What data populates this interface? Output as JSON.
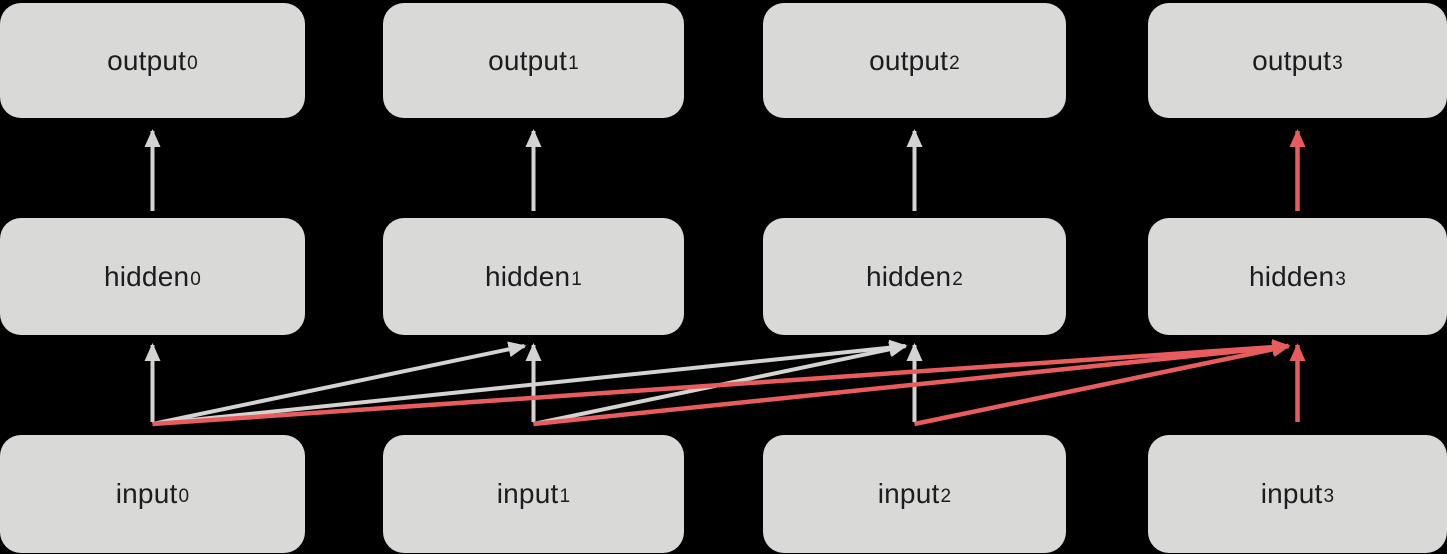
{
  "diagram": {
    "kind": "unrolled-sequence-network",
    "colors": {
      "background": "#000000",
      "box_fill": "#d9d9d8",
      "label_text": "#1d1d1f",
      "arrow_gray": "#d4d3d1",
      "arrow_red": "#e85c5d"
    },
    "nodes": [
      {
        "id": "output0",
        "base": "output",
        "sub": "0",
        "row": "output",
        "col": 0,
        "highlight": false
      },
      {
        "id": "output1",
        "base": "output",
        "sub": "1",
        "row": "output",
        "col": 1,
        "highlight": false
      },
      {
        "id": "output2",
        "base": "output",
        "sub": "2",
        "row": "output",
        "col": 2,
        "highlight": false
      },
      {
        "id": "output3",
        "base": "output",
        "sub": "3",
        "row": "output",
        "col": 3,
        "highlight": false
      },
      {
        "id": "hidden0",
        "base": "hidden",
        "sub": "0",
        "row": "hidden",
        "col": 0,
        "highlight": false
      },
      {
        "id": "hidden1",
        "base": "hidden",
        "sub": "1",
        "row": "hidden",
        "col": 1,
        "highlight": false
      },
      {
        "id": "hidden2",
        "base": "hidden",
        "sub": "2",
        "row": "hidden",
        "col": 2,
        "highlight": false
      },
      {
        "id": "hidden3",
        "base": "hidden",
        "sub": "3",
        "row": "hidden",
        "col": 3,
        "highlight": false
      },
      {
        "id": "input0",
        "base": "input",
        "sub": "0",
        "row": "input",
        "col": 0,
        "highlight": false
      },
      {
        "id": "input1",
        "base": "input",
        "sub": "1",
        "row": "input",
        "col": 1,
        "highlight": false
      },
      {
        "id": "input2",
        "base": "input",
        "sub": "2",
        "row": "input",
        "col": 2,
        "highlight": false
      },
      {
        "id": "input3",
        "base": "input",
        "sub": "3",
        "row": "input",
        "col": 3,
        "highlight": false
      }
    ],
    "edges": [
      {
        "from": "hidden0",
        "to": "output0",
        "style": "gray"
      },
      {
        "from": "hidden1",
        "to": "output1",
        "style": "gray"
      },
      {
        "from": "hidden2",
        "to": "output2",
        "style": "gray"
      },
      {
        "from": "hidden3",
        "to": "output3",
        "style": "red"
      },
      {
        "from": "input0",
        "to": "hidden0",
        "style": "gray"
      },
      {
        "from": "input0",
        "to": "hidden1",
        "style": "gray"
      },
      {
        "from": "input0",
        "to": "hidden2",
        "style": "gray"
      },
      {
        "from": "input0",
        "to": "hidden3",
        "style": "red"
      },
      {
        "from": "input1",
        "to": "hidden1",
        "style": "gray"
      },
      {
        "from": "input1",
        "to": "hidden2",
        "style": "gray"
      },
      {
        "from": "input1",
        "to": "hidden3",
        "style": "red"
      },
      {
        "from": "input2",
        "to": "hidden2",
        "style": "gray"
      },
      {
        "from": "input2",
        "to": "hidden3",
        "style": "red"
      },
      {
        "from": "input3",
        "to": "hidden3",
        "style": "red"
      }
    ]
  }
}
